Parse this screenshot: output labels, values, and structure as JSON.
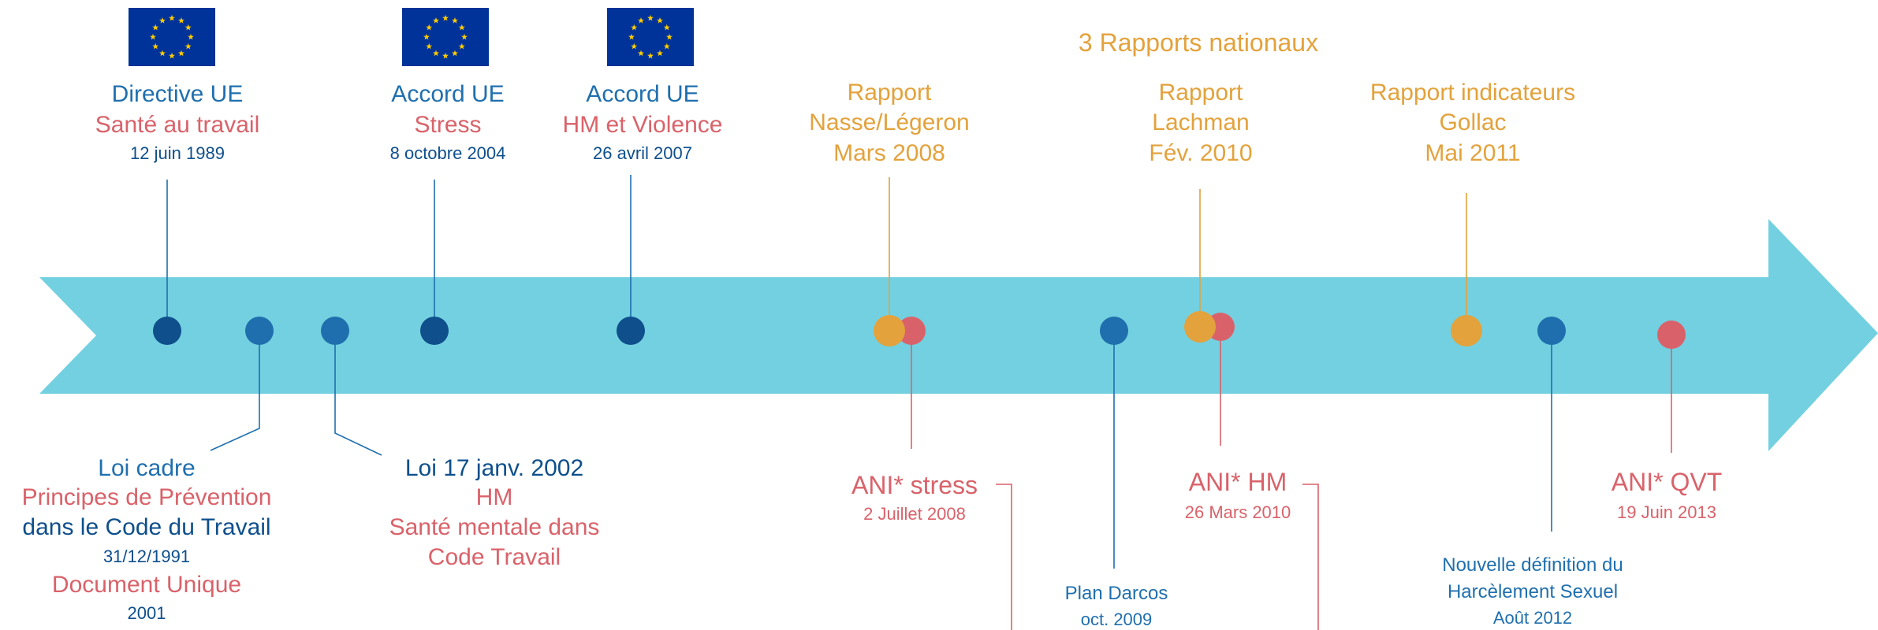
{
  "colors": {
    "arrow": "#73d0e0",
    "blue": "#1f6fae",
    "dark_blue": "#0e4f8c",
    "red": "#d9626a",
    "orange": "#e3a23c",
    "eu_flag_blue": "#003399",
    "eu_flag_star": "#ffcc00"
  },
  "header": {
    "national_reports": "3 Rapports nationaux"
  },
  "eu_events": [
    {
      "line1": "Directive UE",
      "line2": "Santé au travail",
      "date": "12 juin 1989"
    },
    {
      "line1": "Accord UE",
      "line2": "Stress",
      "date": "8 octobre 2004"
    },
    {
      "line1": "Accord UE",
      "line2": "HM et Violence",
      "date": "26 avril 2007"
    }
  ],
  "national_reports": [
    {
      "line1": "Rapport",
      "line2": "Nasse/Légeron",
      "date": "Mars 2008"
    },
    {
      "line1": "Rapport",
      "line2": "Lachman",
      "date": "Fév. 2010"
    },
    {
      "line1": "Rapport indicateurs",
      "line2": "Gollac",
      "date": "Mai 2011"
    }
  ],
  "laws": {
    "loi_cadre": {
      "line1": "Loi cadre",
      "line2": "Principes de Prévention",
      "line3": "dans le Code du Travail",
      "date": "31/12/1991",
      "line4": "Document Unique",
      "year": "2001"
    },
    "loi_2002": {
      "line1": "Loi 17 janv. 2002",
      "line2": "HM",
      "line3": "Santé mentale dans",
      "line4": "Code Travail"
    }
  },
  "ani_events": [
    {
      "title": "ANI* stress",
      "date": "2 Juillet 2008"
    },
    {
      "title": "ANI* HM",
      "date": "26 Mars 2010"
    },
    {
      "title": "ANI* QVT",
      "date": "19 Juin  2013"
    }
  ],
  "other_events": {
    "plan_darcos": {
      "line1": "Plan Darcos",
      "date": "oct. 2009"
    },
    "harcelement": {
      "line1": "Nouvelle définition du",
      "line2": "Harcèlement Sexuel",
      "date": "Août 2012"
    }
  },
  "timeline_points": [
    {
      "label": "Directive UE 1989",
      "color": "dark_blue"
    },
    {
      "label": "Loi cadre 1991",
      "color": "blue"
    },
    {
      "label": "Loi 2002",
      "color": "blue"
    },
    {
      "label": "Accord UE 2004",
      "color": "dark_blue"
    },
    {
      "label": "Accord UE 2007",
      "color": "dark_blue"
    },
    {
      "label": "Rapport Nasse/Légeron",
      "color": "orange"
    },
    {
      "label": "ANI stress",
      "color": "red"
    },
    {
      "label": "Plan Darcos",
      "color": "blue"
    },
    {
      "label": "Rapport Lachman",
      "color": "orange"
    },
    {
      "label": "ANI HM",
      "color": "red"
    },
    {
      "label": "Rapport Gollac",
      "color": "orange"
    },
    {
      "label": "Harcèlement Sexuel",
      "color": "blue"
    },
    {
      "label": "ANI QVT",
      "color": "red"
    }
  ]
}
